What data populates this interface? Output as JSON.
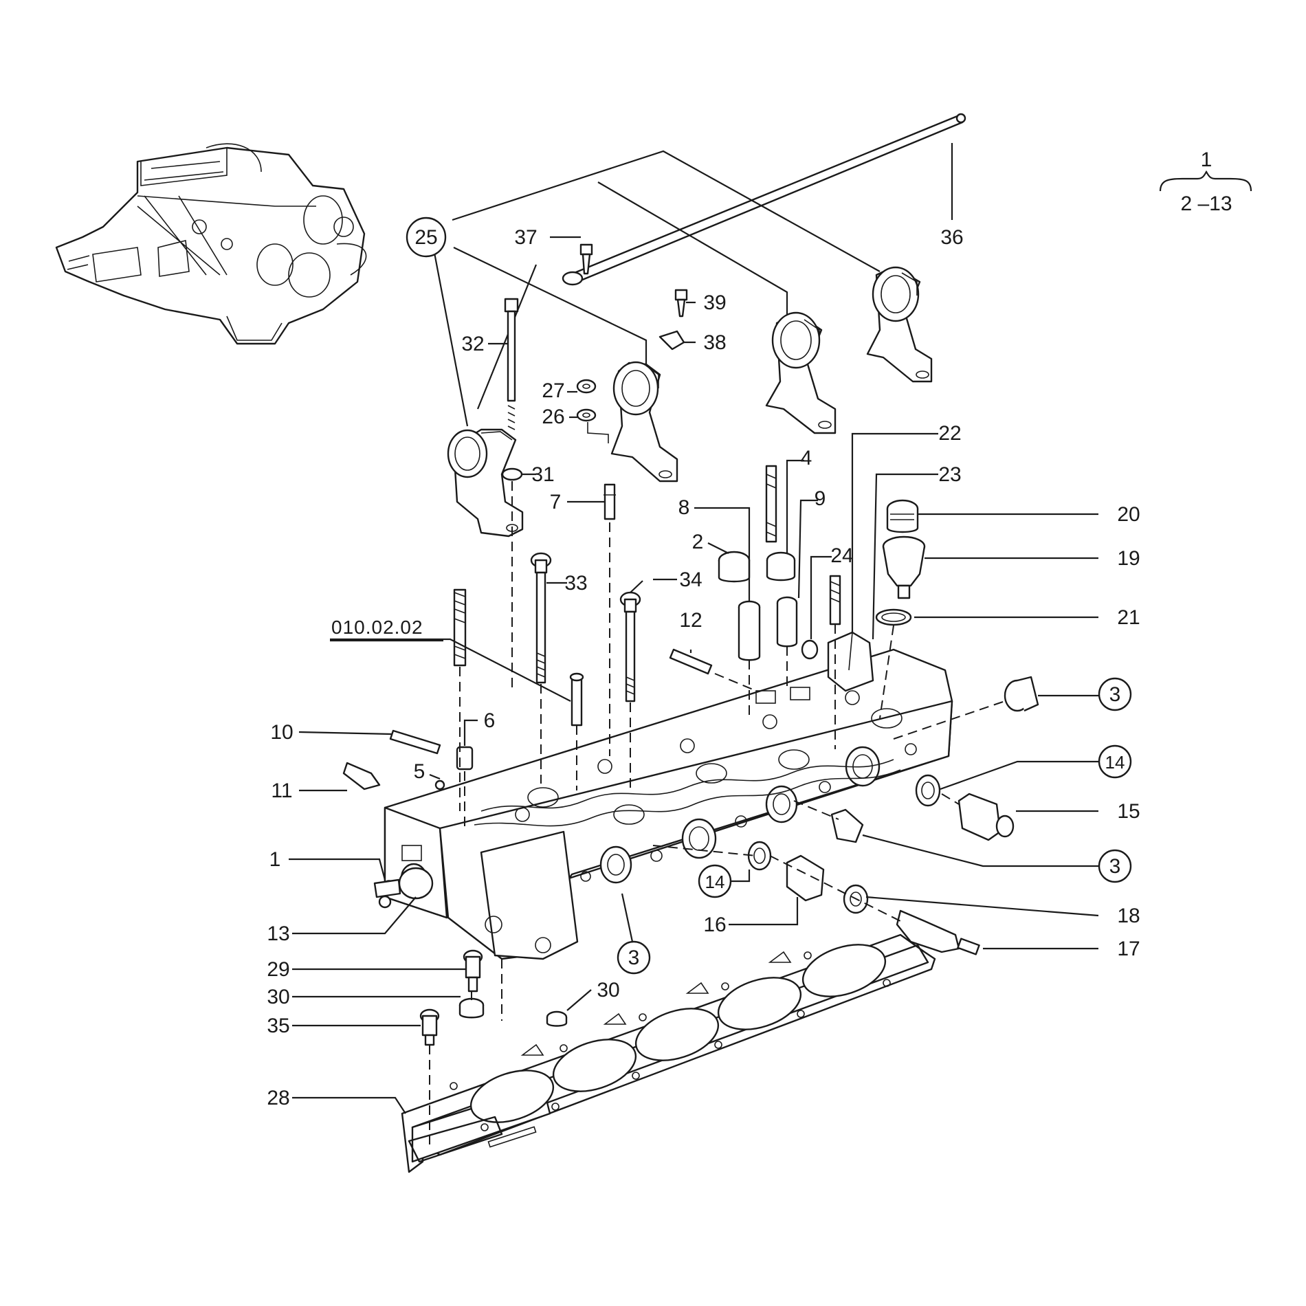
{
  "group_ref": {
    "top": "1",
    "range": "2 –13"
  },
  "ref_code": "010.02.02",
  "callouts": [
    {
      "id": "c1",
      "label": "1",
      "circled": false
    },
    {
      "id": "c2",
      "label": "2",
      "circled": false
    },
    {
      "id": "c3a",
      "label": "3",
      "circled": true
    },
    {
      "id": "c3b",
      "label": "3",
      "circled": true
    },
    {
      "id": "c3c",
      "label": "3",
      "circled": true
    },
    {
      "id": "c4",
      "label": "4",
      "circled": false
    },
    {
      "id": "c5",
      "label": "5",
      "circled": false
    },
    {
      "id": "c6",
      "label": "6",
      "circled": false
    },
    {
      "id": "c7",
      "label": "7",
      "circled": false
    },
    {
      "id": "c8",
      "label": "8",
      "circled": false
    },
    {
      "id": "c9",
      "label": "9",
      "circled": false
    },
    {
      "id": "c10",
      "label": "10",
      "circled": false
    },
    {
      "id": "c11",
      "label": "11",
      "circled": false
    },
    {
      "id": "c12",
      "label": "12",
      "circled": false
    },
    {
      "id": "c13",
      "label": "13",
      "circled": false
    },
    {
      "id": "c14a",
      "label": "14",
      "circled": true
    },
    {
      "id": "c14b",
      "label": "14",
      "circled": true
    },
    {
      "id": "c15",
      "label": "15",
      "circled": false
    },
    {
      "id": "c16",
      "label": "16",
      "circled": false
    },
    {
      "id": "c17",
      "label": "17",
      "circled": false
    },
    {
      "id": "c18",
      "label": "18",
      "circled": false
    },
    {
      "id": "c19",
      "label": "19",
      "circled": false
    },
    {
      "id": "c20",
      "label": "20",
      "circled": false
    },
    {
      "id": "c21",
      "label": "21",
      "circled": false
    },
    {
      "id": "c22",
      "label": "22",
      "circled": false
    },
    {
      "id": "c23",
      "label": "23",
      "circled": false
    },
    {
      "id": "c24",
      "label": "24",
      "circled": false
    },
    {
      "id": "c25",
      "label": "25",
      "circled": true
    },
    {
      "id": "c26",
      "label": "26",
      "circled": false
    },
    {
      "id": "c27",
      "label": "27",
      "circled": false
    },
    {
      "id": "c28",
      "label": "28",
      "circled": false
    },
    {
      "id": "c29",
      "label": "29",
      "circled": false
    },
    {
      "id": "c30a",
      "label": "30",
      "circled": false
    },
    {
      "id": "c30b",
      "label": "30",
      "circled": false
    },
    {
      "id": "c31",
      "label": "31",
      "circled": false
    },
    {
      "id": "c32",
      "label": "32",
      "circled": false
    },
    {
      "id": "c33",
      "label": "33",
      "circled": false
    },
    {
      "id": "c34",
      "label": "34",
      "circled": false
    },
    {
      "id": "c35",
      "label": "35",
      "circled": false
    },
    {
      "id": "c36",
      "label": "36",
      "circled": false
    },
    {
      "id": "c37",
      "label": "37",
      "circled": false
    },
    {
      "id": "c38",
      "label": "38",
      "circled": false
    },
    {
      "id": "c39",
      "label": "39",
      "circled": false
    }
  ],
  "colors": {
    "ink": "#1a1a1a",
    "paper": "#ffffff"
  }
}
